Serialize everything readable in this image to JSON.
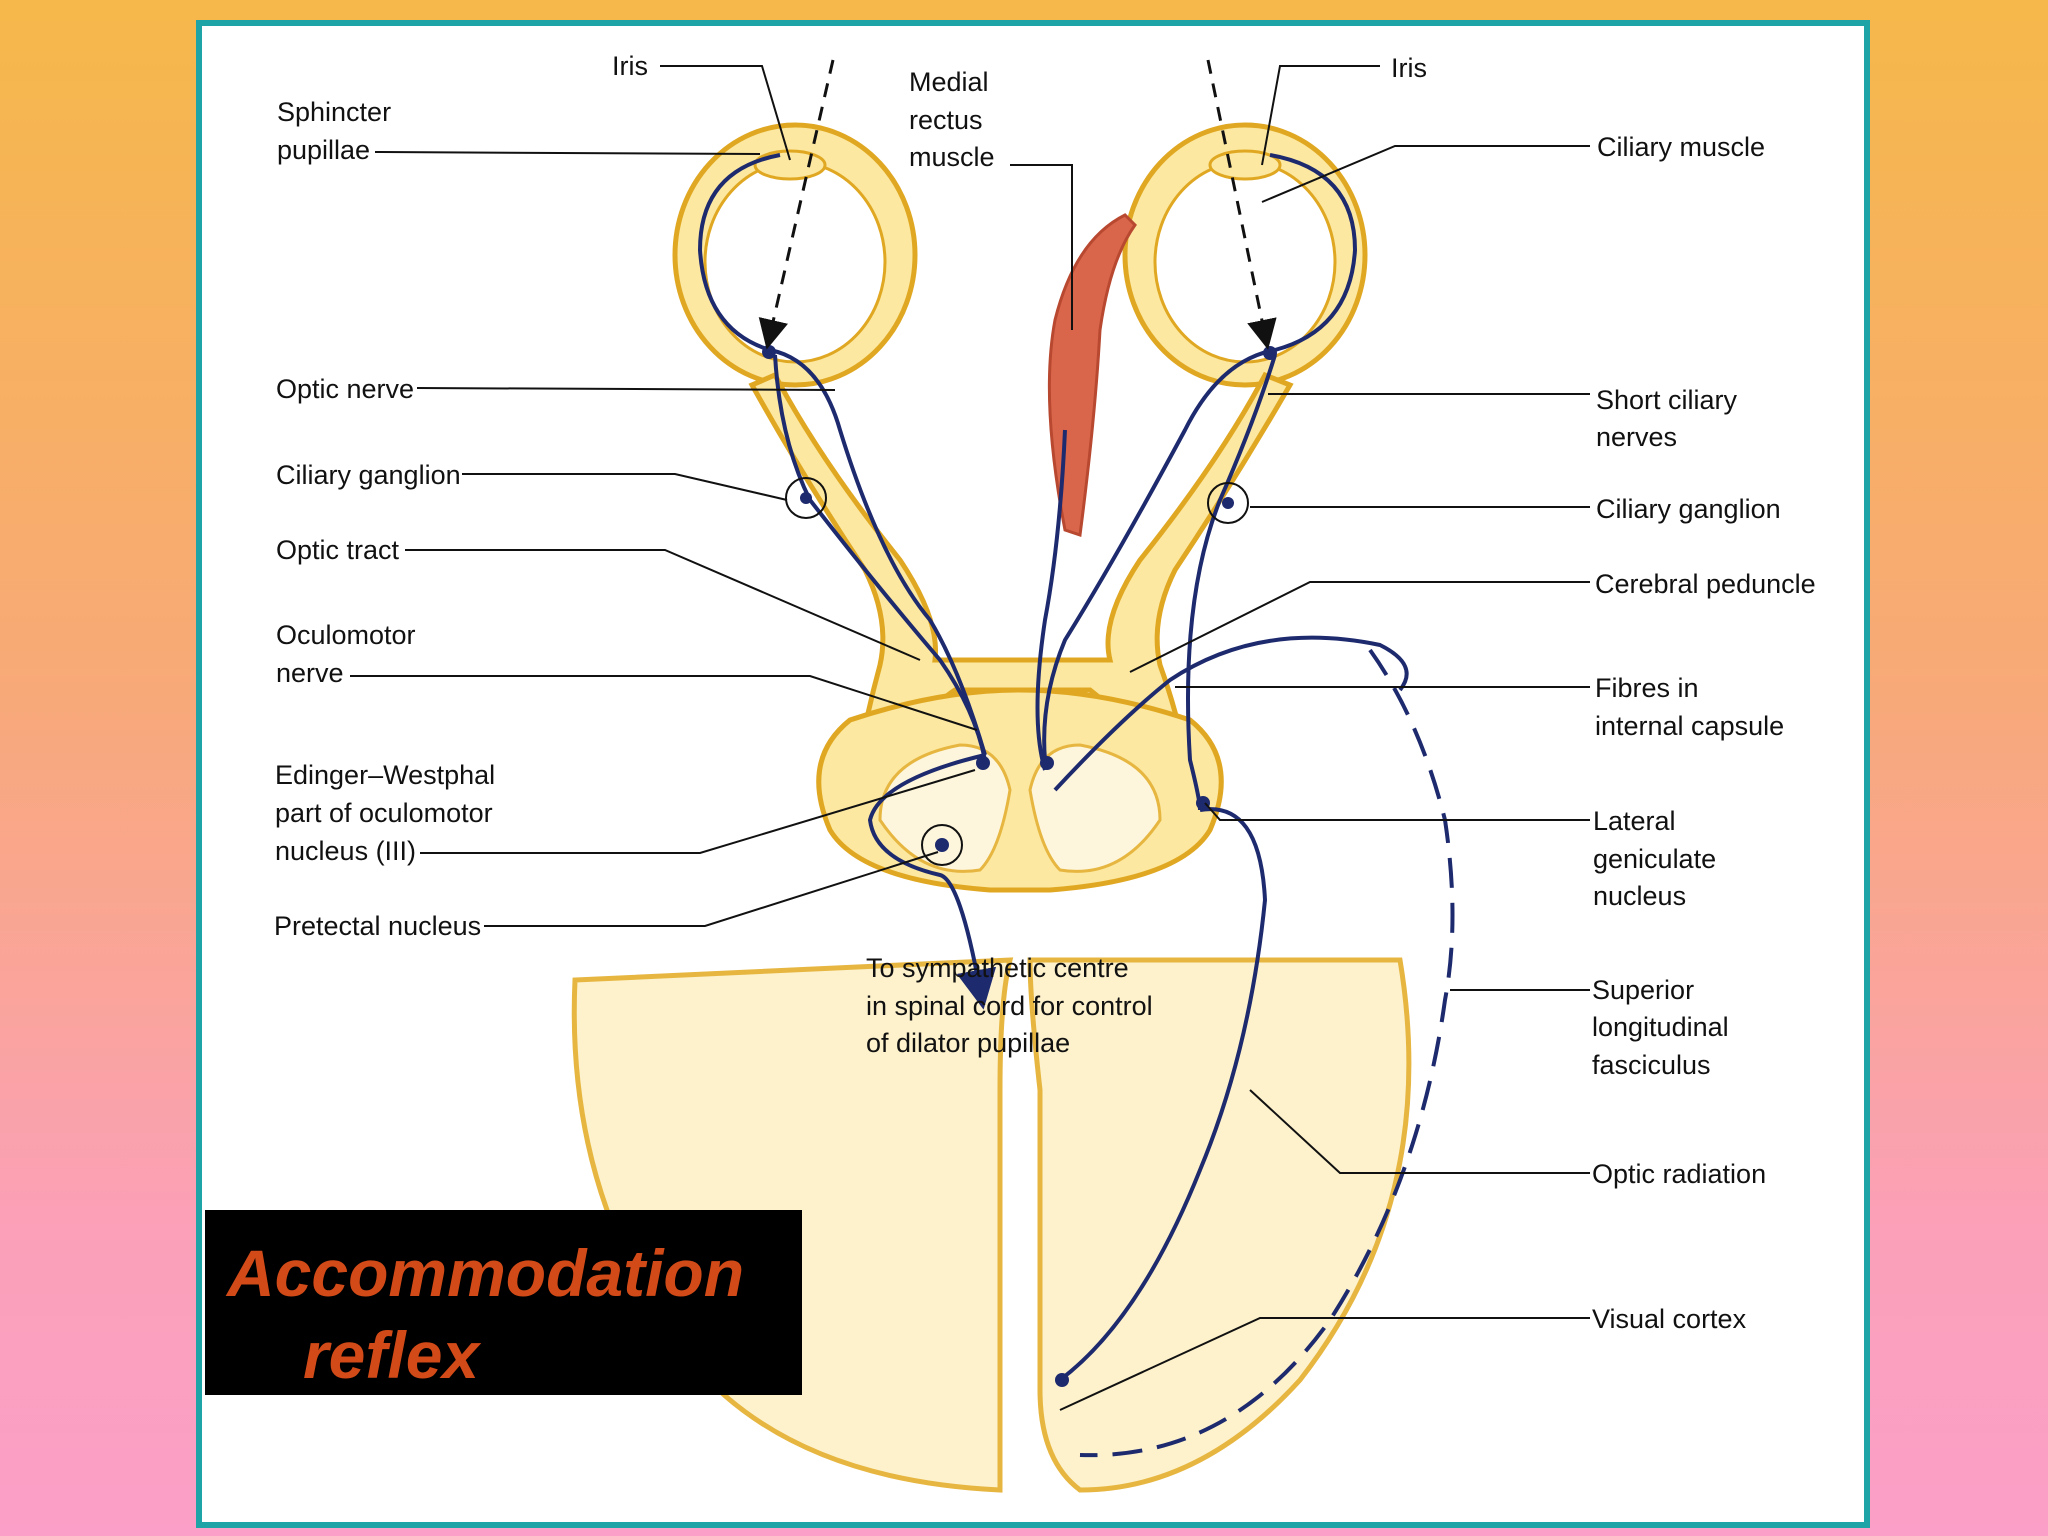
{
  "title": {
    "line1": "Accommodation",
    "line2": "reflex"
  },
  "colors": {
    "background_top": "#f6b84a",
    "background_bottom": "#fb9fc8",
    "frame_border": "#1ea3a6",
    "neural_tissue": "#fce8a0",
    "tissue_outline": "#e0a822",
    "nerve_pathway": "#1e2a6e",
    "muscle": "#d9664a",
    "title_text": "#d24a17",
    "title_box": "#000000"
  },
  "labels": {
    "iris_left": "Iris",
    "iris_right": "Iris",
    "sphincter_1": "Sphincter",
    "sphincter_2": "pupillae",
    "medial_1": "Medial",
    "medial_2": "rectus",
    "medial_3": "muscle",
    "ciliary_muscle": "Ciliary muscle",
    "optic_nerve": "Optic nerve",
    "short_ciliary_1": "Short ciliary",
    "short_ciliary_2": "nerves",
    "ciliary_ganglion_left": "Ciliary ganglion",
    "ciliary_ganglion_right": "Ciliary ganglion",
    "optic_tract": "Optic tract",
    "cerebral_peduncle": "Cerebral peduncle",
    "oculomotor_1": "Oculomotor",
    "oculomotor_2": "nerve",
    "fibres_1": "Fibres in",
    "fibres_2": "internal capsule",
    "ew_1": "Edinger–Westphal",
    "ew_2": "part of oculomotor",
    "ew_3": "nucleus (III)",
    "lgn_1": "Lateral",
    "lgn_2": "geniculate",
    "lgn_3": "nucleus",
    "pretectal": "Pretectal nucleus",
    "sympathetic_1": "To sympathetic centre",
    "sympathetic_2": "in spinal cord for control",
    "sympathetic_3": "of dilator pupillae",
    "slf_1": "Superior",
    "slf_2": "longitudinal",
    "slf_3": "fasciculus",
    "optic_radiation": "Optic radiation",
    "visual_cortex": "Visual cortex"
  }
}
